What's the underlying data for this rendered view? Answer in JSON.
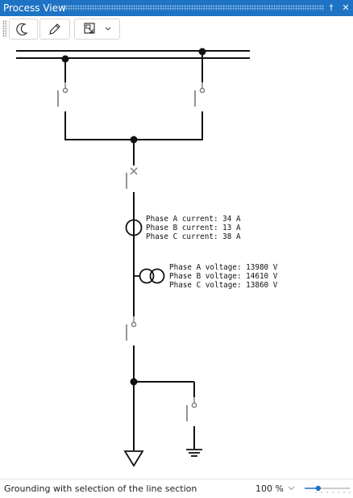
{
  "window": {
    "title": "Process View",
    "pin_glyph": "†",
    "close_glyph": "✕",
    "accent": "#1e73c4"
  },
  "toolbar": {
    "buttons": [
      {
        "name": "night-mode-button",
        "icon": "moon-icon"
      },
      {
        "name": "edit-button",
        "icon": "pencil-icon"
      },
      {
        "name": "view-dropdown-button",
        "icon": "select-view-icon",
        "has_dropdown": true
      }
    ]
  },
  "measurements": {
    "current": [
      "Phase A current: 34 A",
      "Phase B current: 13 A",
      "Phase C current: 38 A"
    ],
    "voltage": [
      "Phase A voltage: 13980 V",
      "Phase B voltage: 14610 V",
      "Phase C voltage: 13860 V"
    ]
  },
  "status": {
    "text": "Grounding with selection of the line section",
    "zoom": "100 %",
    "zoom_fraction": 0.3
  },
  "colors": {
    "line": "#111111",
    "switch": "#7a7a7a",
    "slider": "#1e73c4"
  }
}
